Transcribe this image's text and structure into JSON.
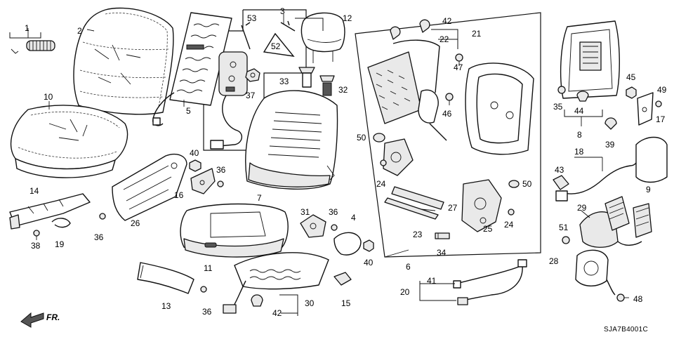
{
  "labels": {
    "p1": "1",
    "p2": "2",
    "p3": "3",
    "p4": "4",
    "p5": "5",
    "p6": "6",
    "p7": "7",
    "p8": "8",
    "p9": "9",
    "p10": "10",
    "p11": "11",
    "p12": "12",
    "p13": "13",
    "p14": "14",
    "p15": "15",
    "p16": "16",
    "p17": "17",
    "p18": "18",
    "p19": "19",
    "p20": "20",
    "p21": "21",
    "p22": "22",
    "p23": "23",
    "p24a": "24",
    "p24b": "24",
    "p25": "25",
    "p26": "26",
    "p27": "27",
    "p28": "28",
    "p29": "29",
    "p30": "30",
    "p31": "31",
    "p32": "32",
    "p33": "33",
    "p34": "34",
    "p35": "35",
    "p36a": "36",
    "p36b": "36",
    "p36c": "36",
    "p36d": "36",
    "p37": "37",
    "p38": "38",
    "p39": "39",
    "p40a": "40",
    "p40b": "40",
    "p41": "41",
    "p42a": "42",
    "p42b": "42",
    "p43": "43",
    "p44": "44",
    "p45": "45",
    "p46": "46",
    "p47": "47",
    "p48": "48",
    "p49": "49",
    "p50a": "50",
    "p50b": "50",
    "p51": "51",
    "p52": "52",
    "p53": "53"
  },
  "direction_label": "FR.",
  "diagram_code": "SJA7B4001C"
}
